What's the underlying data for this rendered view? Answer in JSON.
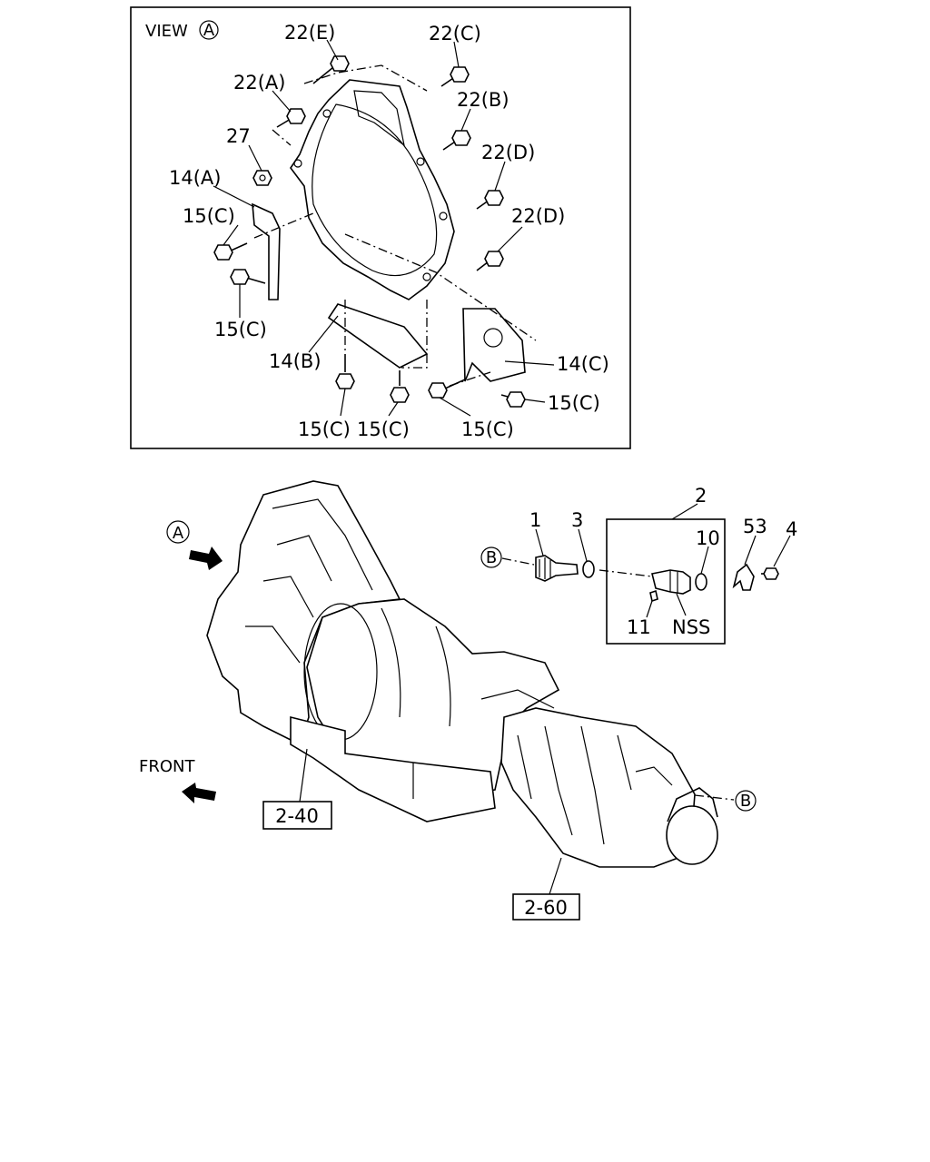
{
  "view_box": {
    "title": "VIEW",
    "circle_letter": "A"
  },
  "view_labels": {
    "b22e": "22(E)",
    "b22c": "22(C)",
    "b22a": "22(A)",
    "b22b": "22(B)",
    "n27": "27",
    "b22d1": "22(D)",
    "b22d2": "22(D)",
    "p14a": "14(A)",
    "b15c1": "15(C)",
    "b15c2": "15(C)",
    "p14b": "14(B)",
    "p14c": "14(C)",
    "b15c3": "15(C)",
    "b15c4": "15(C)",
    "b15c5": "15(C)",
    "b15c6": "15(C)"
  },
  "main_labels": {
    "arrow_a": "A",
    "ref_b1": "B",
    "ref_b2": "B",
    "p1": "1",
    "p3": "3",
    "p2": "2",
    "p53": "53",
    "p4": "4",
    "p10": "10",
    "p11": "11",
    "nss": "NSS",
    "front": "FRONT"
  },
  "ref_boxes": {
    "r240": "2-40",
    "r260": "2-60"
  }
}
